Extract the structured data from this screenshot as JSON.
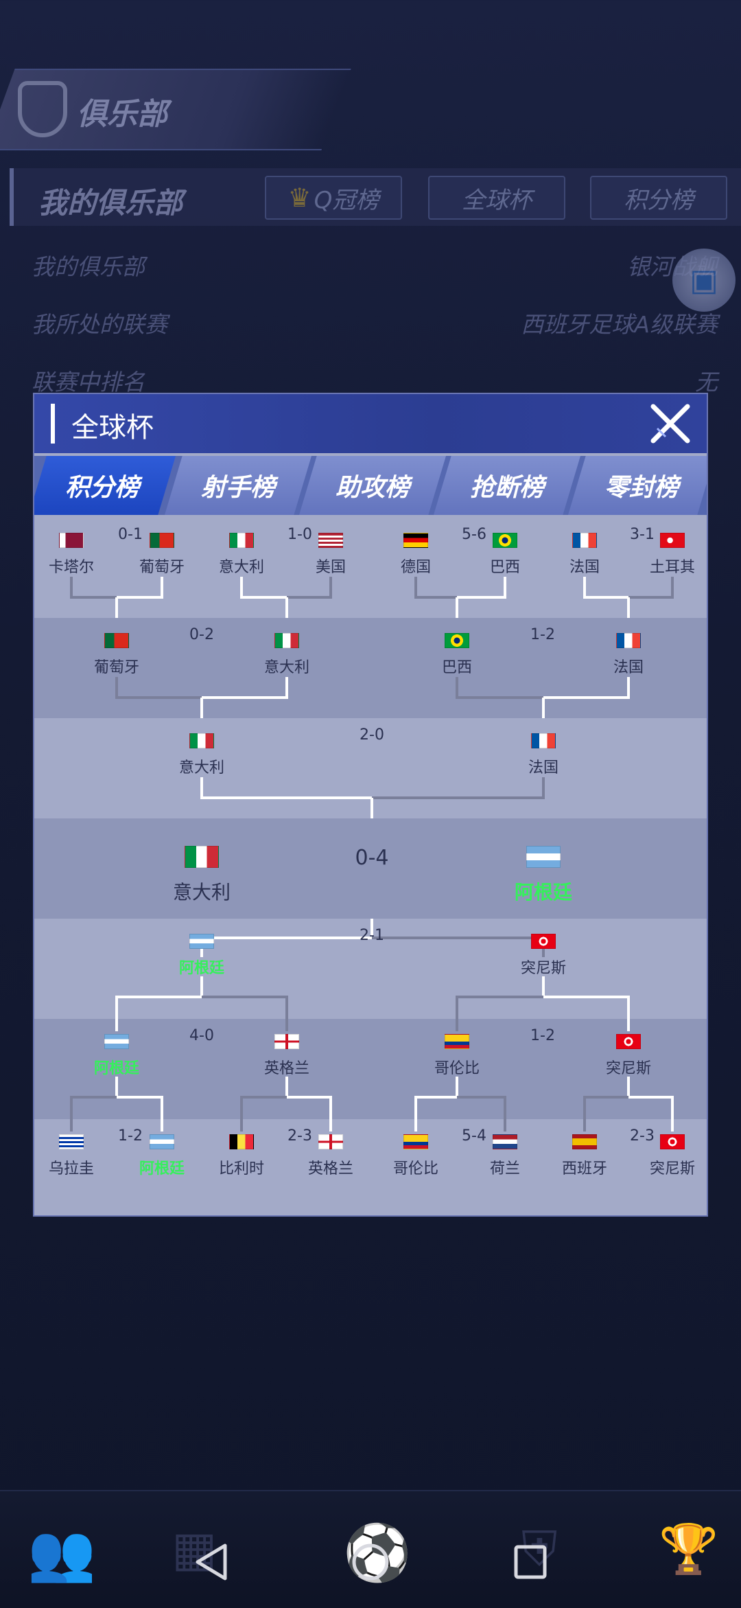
{
  "background": {
    "club_title": "俱乐部",
    "myclub_title": "我的俱乐部",
    "top_tabs": [
      "Q冠榜",
      "全球杯",
      "积分榜"
    ],
    "info_rows": [
      {
        "label": "我的俱乐部",
        "value": "银河战舰"
      },
      {
        "label": "我所处的联赛",
        "value": "西班牙足球A级联赛"
      },
      {
        "label": "联赛中排名",
        "value": "无"
      }
    ]
  },
  "modal": {
    "title": "全球杯",
    "tabs": [
      "积分榜",
      "射手榜",
      "助攻榜",
      "抢断榜",
      "零封榜"
    ],
    "active_tab": 0
  },
  "bracket": {
    "top_r16": [
      {
        "score": "0-1",
        "a": "卡塔尔",
        "b": "葡萄牙",
        "winner": "b"
      },
      {
        "score": "1-0",
        "a": "意大利",
        "b": "美国",
        "winner": "a"
      },
      {
        "score": "5-6",
        "a": "德国",
        "b": "巴西",
        "winner": "b"
      },
      {
        "score": "3-1",
        "a": "法国",
        "b": "土耳其",
        "winner": "a"
      }
    ],
    "top_qf": [
      {
        "score": "0-2",
        "a": "葡萄牙",
        "b": "意大利",
        "winner": "b"
      },
      {
        "score": "1-2",
        "a": "巴西",
        "b": "法国",
        "winner": "b"
      }
    ],
    "top_sf": {
      "score": "2-0",
      "a": "意大利",
      "b": "法国",
      "winner": "a"
    },
    "final": {
      "score": "0-4",
      "a": "意大利",
      "b": "阿根廷",
      "winner": "b"
    },
    "bottom_sf": {
      "score": "2-1",
      "a": "阿根廷",
      "b": "突尼斯",
      "winner": "a"
    },
    "bottom_qf": [
      {
        "score": "4-0",
        "a": "阿根廷",
        "b": "英格兰",
        "winner": "a"
      },
      {
        "score": "1-2",
        "a": "哥伦比",
        "b": "突尼斯",
        "winner": "b"
      }
    ],
    "bottom_r16": [
      {
        "score": "1-2",
        "a": "乌拉圭",
        "b": "阿根廷",
        "winner": "b"
      },
      {
        "score": "2-3",
        "a": "比利时",
        "b": "英格兰",
        "winner": "b"
      },
      {
        "score": "5-4",
        "a": "哥伦比",
        "b": "荷兰",
        "winner": "a"
      },
      {
        "score": "2-3",
        "a": "西班牙",
        "b": "突尼斯",
        "winner": "b"
      }
    ],
    "highlight_team": "阿根廷",
    "colors": {
      "winner_text": "#35f05b",
      "line_win": "#ffffff",
      "line_lose": "#7a7f9a",
      "band_dark": "#8e96b8",
      "band_light": "#a3aac8"
    }
  }
}
